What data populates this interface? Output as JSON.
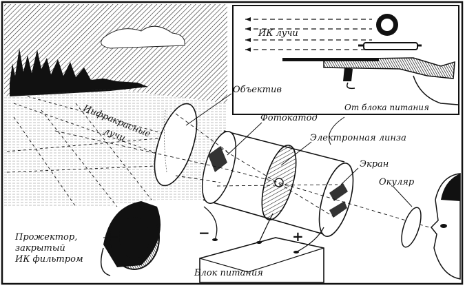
{
  "labels": {
    "ir_rays_top": "ИК лучи",
    "power_from": "От блока питания",
    "objective": "Объектив",
    "infrared_rays_line1": "Инфракрасные",
    "infrared_rays_line2": "лучи",
    "photocathode": "Фотокатод",
    "electron_lens": "Электронная линза",
    "screen": "Экран",
    "eyepiece": "Окуляр",
    "projector_line1": "Прожектор,",
    "projector_line2": "закрытый",
    "projector_line3": "ИК фильтром",
    "power_unit": "Блок питания",
    "minus": "−",
    "plus": "+"
  },
  "colors": {
    "ink": "#111111",
    "paper": "#ffffff"
  }
}
